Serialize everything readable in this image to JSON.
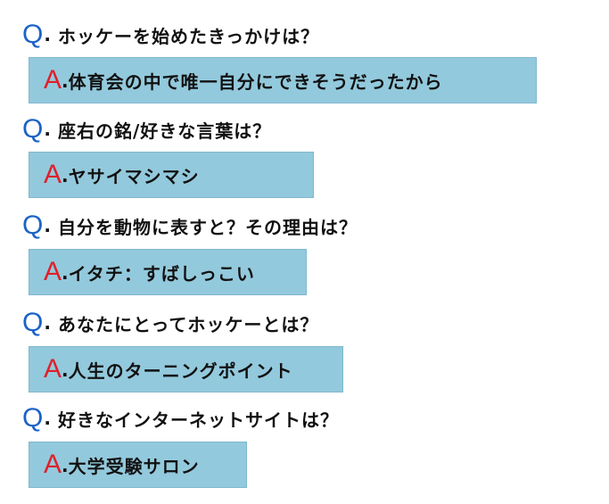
{
  "colors": {
    "q_mark": "#1b63c6",
    "a_mark": "#e0202a",
    "answer_box": "#93c9dc"
  },
  "items": [
    {
      "q_mark": "Q",
      "q_text": "ホッケーを始めたきっかけは？",
      "a_mark": "A",
      "a_text": "体育会の中で唯一自分にできそうだったから"
    },
    {
      "q_mark": "Q",
      "q_text": "座右の銘/好きな言葉は？",
      "a_mark": "A",
      "a_text": "ヤサイマシマシ"
    },
    {
      "q_mark": "Q",
      "q_text": "自分を動物に表すと？その理由は？",
      "a_mark": "A",
      "a_text": " イタチ：すばしっこい"
    },
    {
      "q_mark": "Q",
      "q_text": "あなたにとってホッケーとは？",
      "a_mark": "A",
      "a_text": " 人生のターニングポイント"
    },
    {
      "q_mark": "Q",
      "q_text": "好きなインターネットサイトは？",
      "a_mark": "A",
      "a_text": " 大学受験サロン"
    }
  ]
}
